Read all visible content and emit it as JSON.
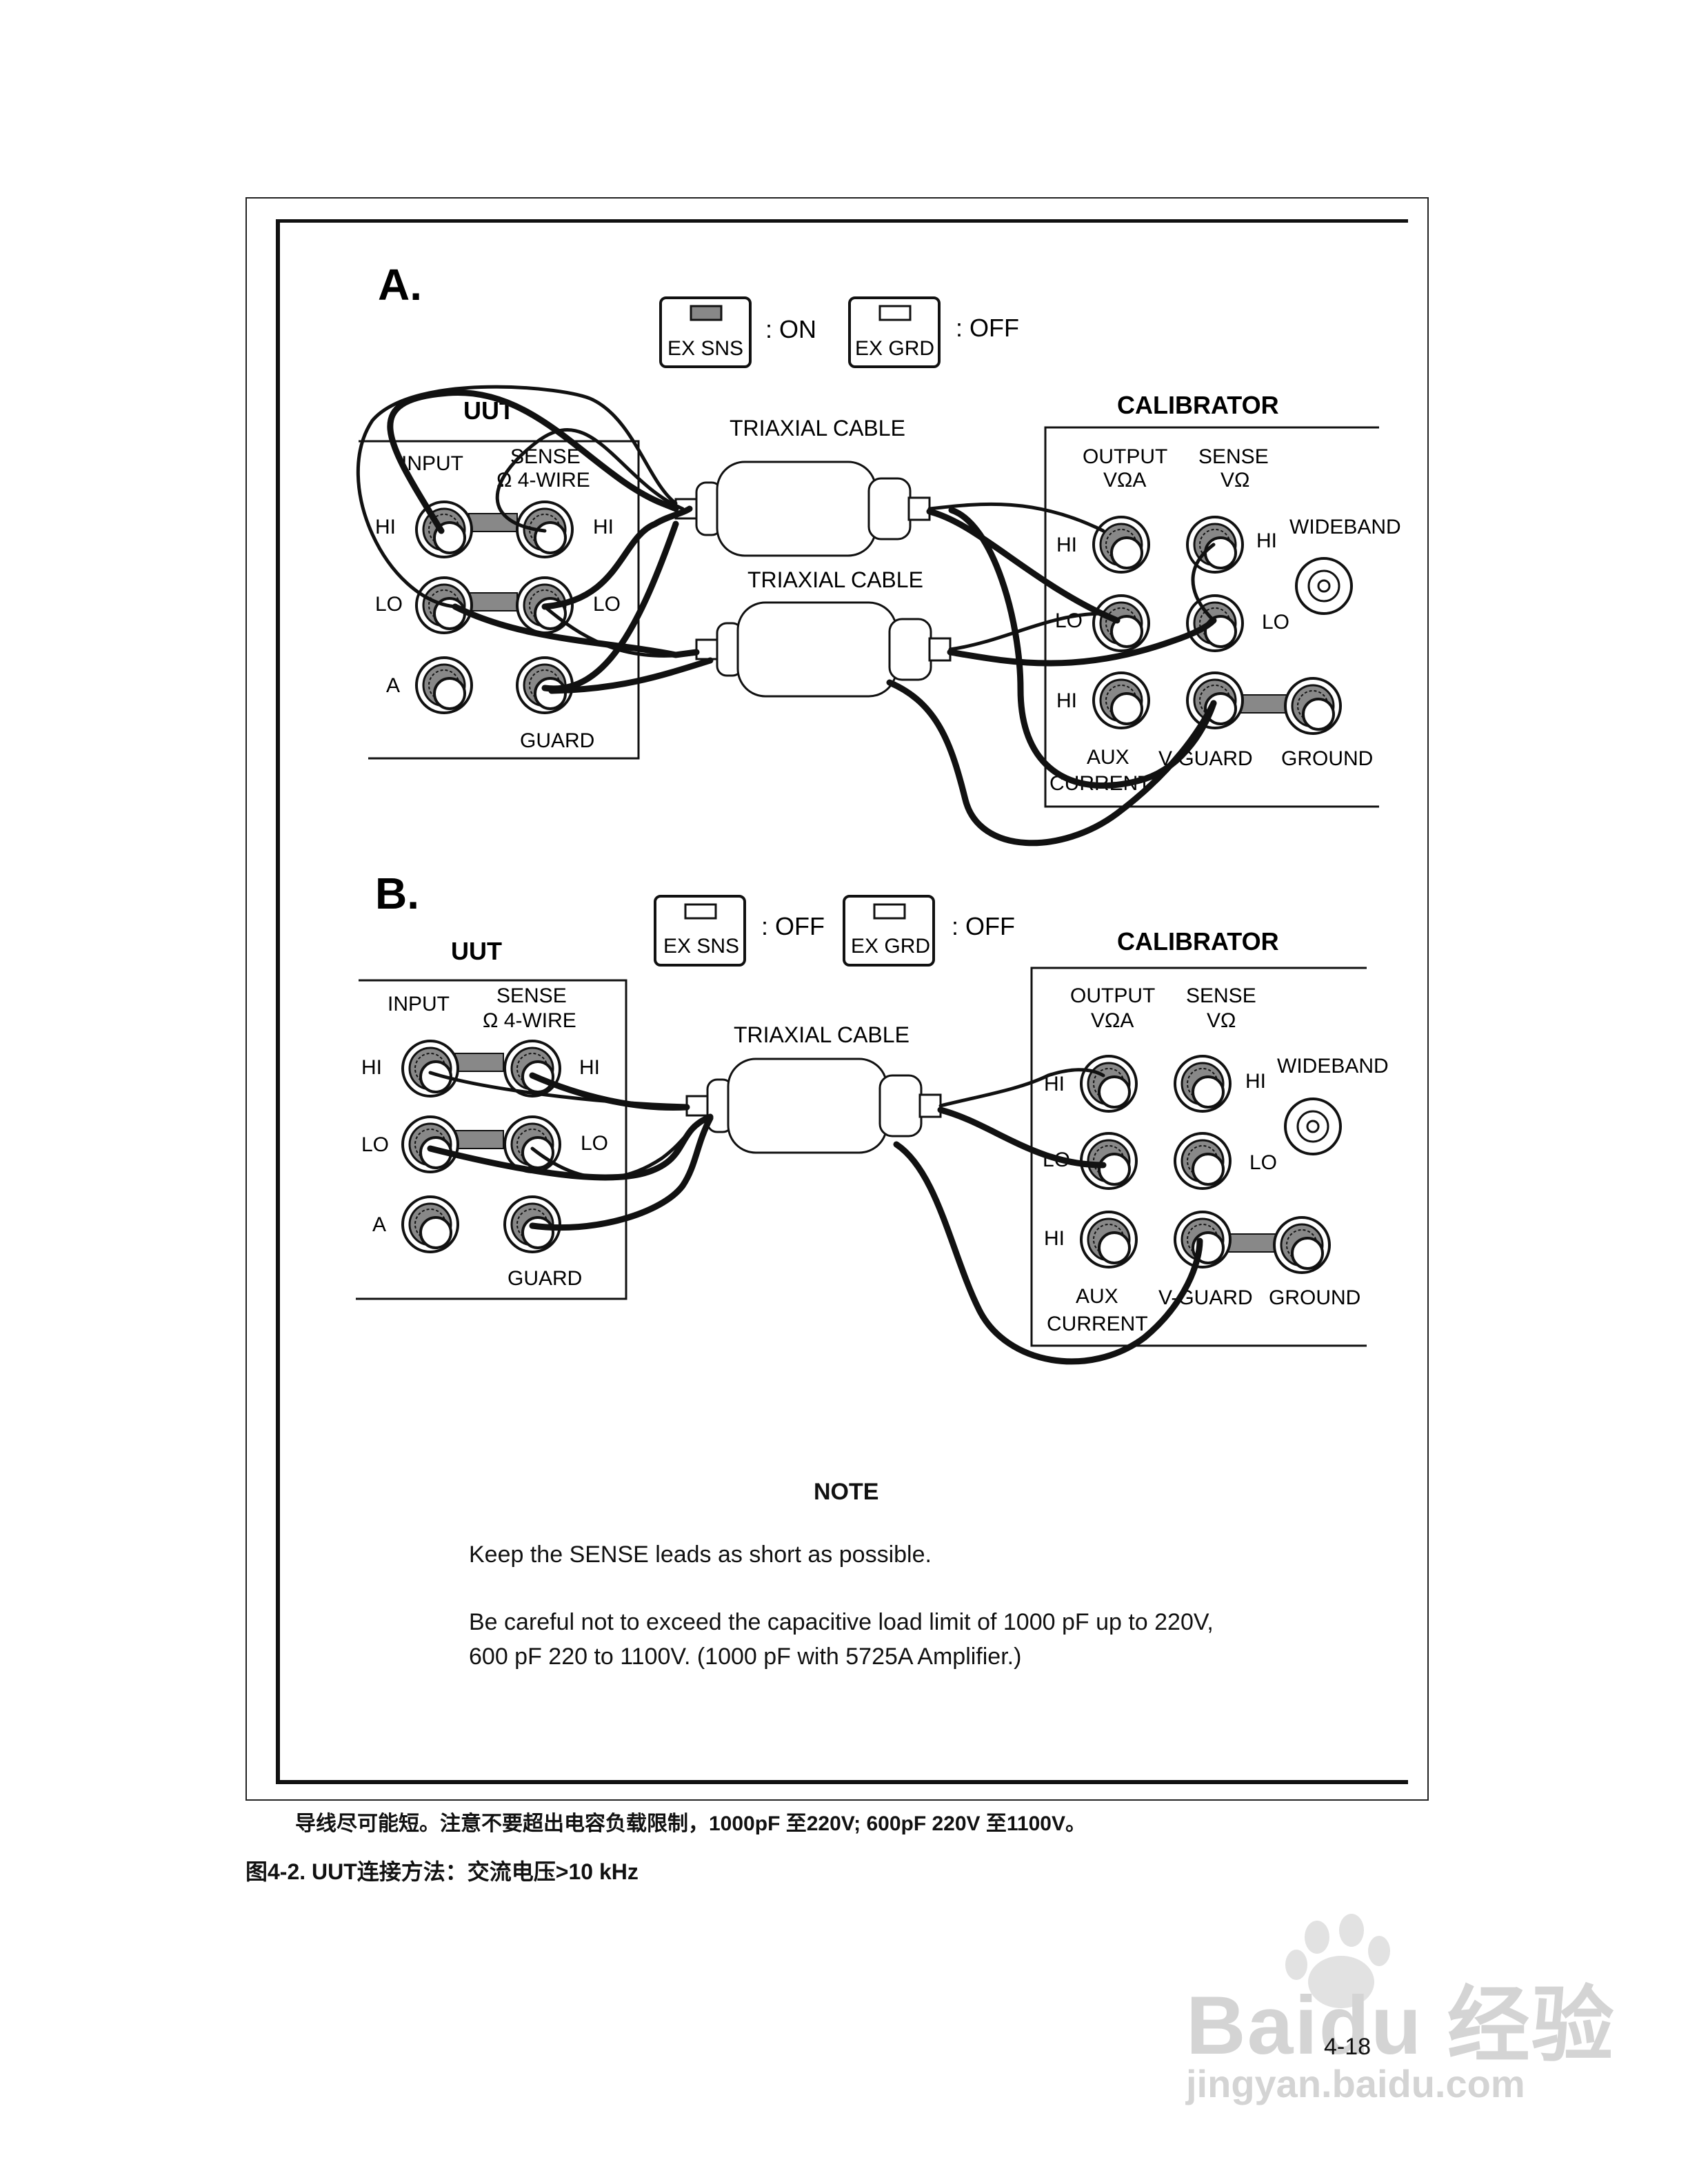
{
  "section_a": {
    "letter": "A.",
    "ex_sns_label": "EX SNS",
    "ex_sns_state": ": ON",
    "ex_grd_label": "EX GRD",
    "ex_grd_state": ": OFF",
    "cable1": "TRIAXIAL CABLE",
    "cable2": "TRIAXIAL CABLE",
    "uut": {
      "title": "UUT",
      "input": "INPUT",
      "sense_line1": "SENSE",
      "sense_line2": "Ω 4-WIRE",
      "hi_left": "HI",
      "hi_right": "HI",
      "lo_left": "LO",
      "lo_right": "LO",
      "a": "A",
      "guard": "GUARD"
    },
    "calibrator": {
      "title": "CALIBRATOR",
      "output_line1": "OUTPUT",
      "output_line2": "VΩA",
      "sense_line1": "SENSE",
      "sense_line2": "VΩ",
      "hi_left": "HI",
      "hi_right": "HI",
      "lo_left": "LO",
      "lo_right": "LO",
      "hi_aux": "HI",
      "wideband": "WIDEBAND",
      "aux_line1": "AUX",
      "aux_line2": "CURRENT",
      "vguard": "V-GUARD",
      "ground": "GROUND"
    }
  },
  "section_b": {
    "letter": "B.",
    "ex_sns_label": "EX SNS",
    "ex_sns_state": ": OFF",
    "ex_grd_label": "EX GRD",
    "ex_grd_state": ": OFF",
    "cable": "TRIAXIAL CABLE",
    "uut": {
      "title": "UUT",
      "input": "INPUT",
      "sense_line1": "SENSE",
      "sense_line2": "Ω 4-WIRE",
      "hi_left": "HI",
      "hi_right": "HI",
      "lo_left": "LO",
      "lo_right": "LO",
      "a": "A",
      "guard": "GUARD"
    },
    "calibrator": {
      "title": "CALIBRATOR",
      "output_line1": "OUTPUT",
      "output_line2": "VΩA",
      "sense_line1": "SENSE",
      "sense_line2": "VΩ",
      "hi_left": "HI",
      "hi_right": "HI",
      "lo_left": "LO",
      "lo_right": "LO",
      "hi_aux": "HI",
      "wideband": "WIDEBAND",
      "aux_line1": "AUX",
      "aux_line2": "CURRENT",
      "vguard": "V-GUARD",
      "ground": "GROUND"
    }
  },
  "note": {
    "title": "NOTE",
    "line1": "Keep the SENSE leads as short as possible.",
    "line2": "Be careful not to exceed the capacitive load limit of 1000 pF up to 220V,",
    "line3": "600 pF 220 to 1100V.  (1000 pF with 5725A Amplifier.)"
  },
  "caption_cn": "导线尽可能短。注意不要超出电容负载限制，1000pF  至220V; 600pF 220V  至1100V。",
  "figure_caption": "图4-2. UUT连接方法：交流电压>10 kHz",
  "page_number": "4-18",
  "watermark": {
    "brand": "Baidu 经验",
    "url": "jingyan.baidu.com"
  }
}
